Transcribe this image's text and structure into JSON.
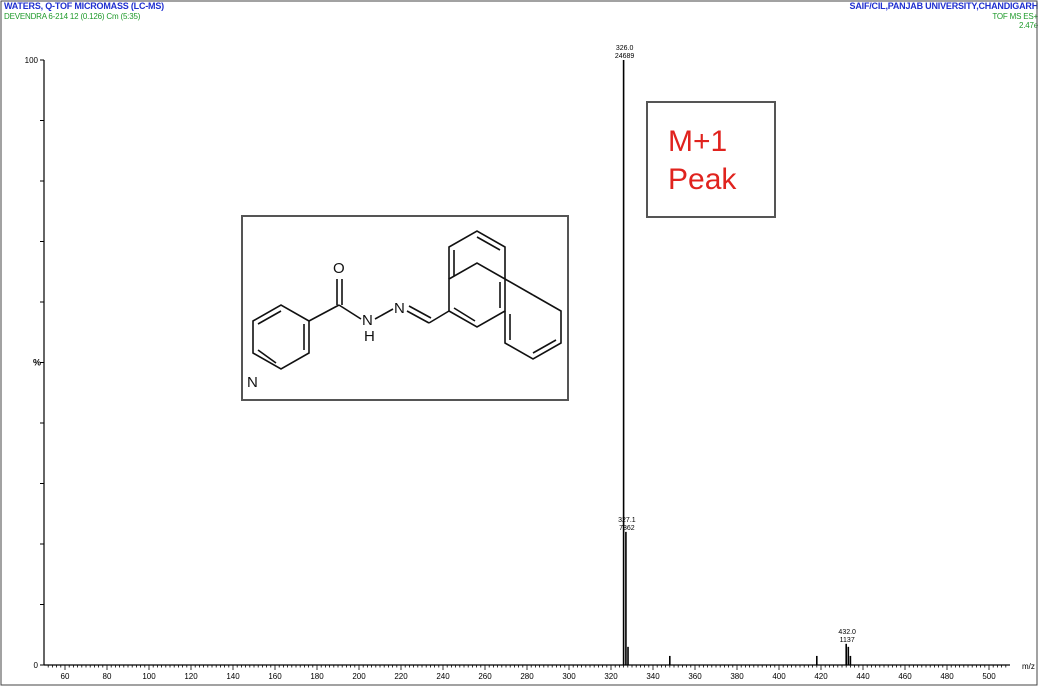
{
  "header": {
    "instrument": "WATERS, Q-TOF MICROMASS (LC-MS)",
    "sample": "DEVENDRA 6-214 12 (0.126) Cm (5:35)",
    "facility": "SAIF/CIL,PANJAB UNIVERSITY,CHANDIGARH",
    "scan_mode": "TOF MS ES+",
    "intensity_max": "2.47e"
  },
  "annotation": {
    "line1": "M+1",
    "line2": "Peak"
  },
  "structure": {
    "atom_o": "O",
    "atom_n1": "N",
    "atom_n2": "N",
    "atom_h": "H",
    "atom_n_ring": "N"
  },
  "chart_data": {
    "type": "bar",
    "title": "",
    "xlabel": "m/z",
    "ylabel": "%",
    "xlim": [
      50,
      510
    ],
    "ylim": [
      0,
      100
    ],
    "x_ticks": [
      60,
      80,
      100,
      120,
      140,
      160,
      180,
      200,
      220,
      240,
      260,
      280,
      300,
      320,
      340,
      360,
      380,
      400,
      420,
      440,
      460,
      480,
      500
    ],
    "x_tick_labels": [
      "60",
      "80",
      "100",
      "120",
      "140",
      "160",
      "180",
      "200",
      "220",
      "240",
      "260",
      "280",
      "300",
      "320",
      "340",
      "360",
      "380",
      "400",
      "420",
      "440",
      "460",
      "480",
      "500"
    ],
    "y_ticks": [
      0,
      100
    ],
    "y_tick_labels": [
      "0",
      "100"
    ],
    "peaks": [
      {
        "mz": 326.0,
        "intensity": 100,
        "label_mz": "326.0",
        "label_int": "24689"
      },
      {
        "mz": 327.1,
        "intensity": 22,
        "label_mz": "327.1",
        "label_int": "7362"
      },
      {
        "mz": 328.1,
        "intensity": 3
      },
      {
        "mz": 348.0,
        "intensity": 1.5
      },
      {
        "mz": 418.0,
        "intensity": 1.5
      },
      {
        "mz": 432.0,
        "intensity": 3.5,
        "label_mz": "432.0",
        "label_int": "1137"
      },
      {
        "mz": 433.0,
        "intensity": 3
      },
      {
        "mz": 434.0,
        "intensity": 1.5
      }
    ]
  }
}
